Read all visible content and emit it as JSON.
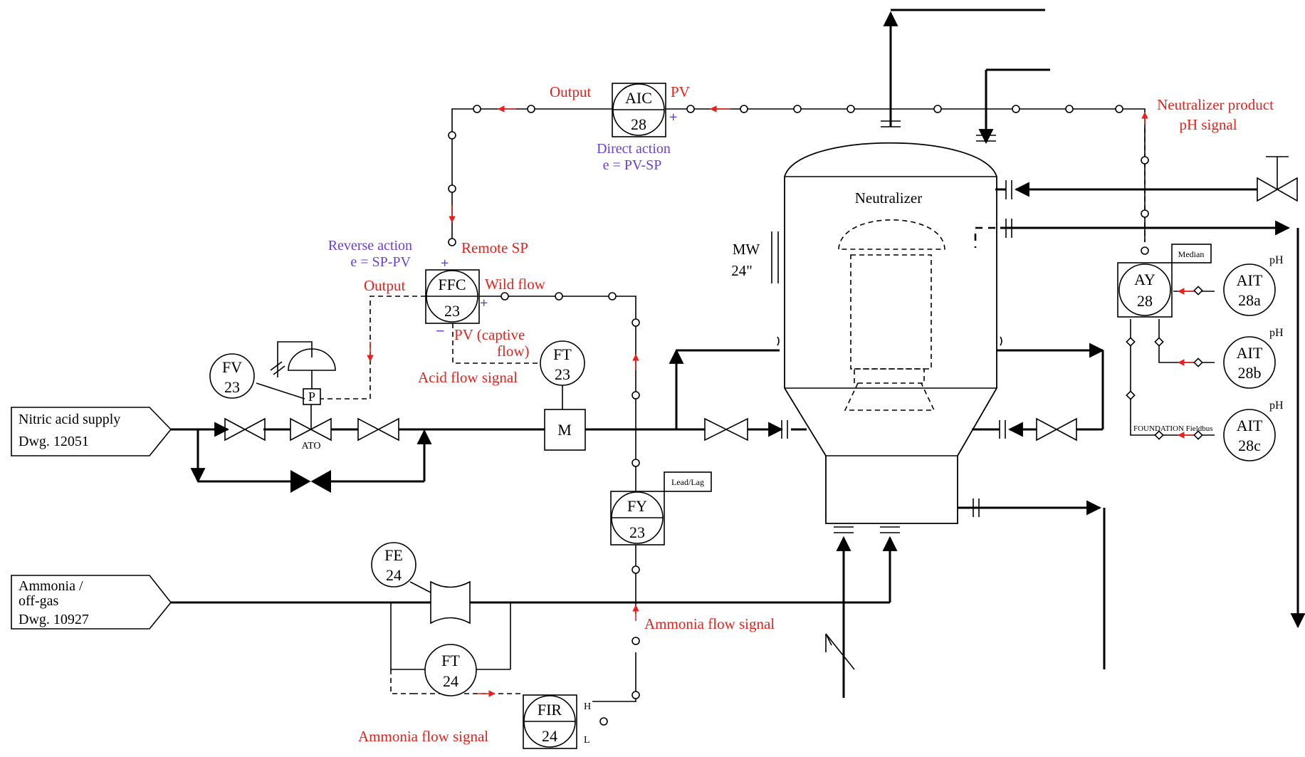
{
  "colors": {
    "signal_label": "#e8201c",
    "action_label": "#6a3fd9",
    "line": "#000000"
  },
  "offpage": {
    "nitric_line1": "Nitric acid supply",
    "nitric_line2": "Dwg. 12051",
    "ammonia_line1": "Ammonia /",
    "ammonia_line2": "off-gas",
    "ammonia_line3": "Dwg. 10927"
  },
  "instruments": {
    "aic": {
      "tag": "AIC",
      "num": "28"
    },
    "ffc": {
      "tag": "FFC",
      "num": "23"
    },
    "fv": {
      "tag": "FV",
      "num": "23"
    },
    "ft23": {
      "tag": "FT",
      "num": "23"
    },
    "fy": {
      "tag": "FY",
      "num": "23"
    },
    "fe": {
      "tag": "FE",
      "num": "24"
    },
    "ft24": {
      "tag": "FT",
      "num": "24"
    },
    "fir": {
      "tag": "FIR",
      "num": "24"
    },
    "ay": {
      "tag": "AY",
      "num": "28"
    },
    "ait_a": {
      "tag": "AIT",
      "num": "28a"
    },
    "ait_b": {
      "tag": "AIT",
      "num": "28b"
    },
    "ait_c": {
      "tag": "AIT",
      "num": "28c"
    }
  },
  "labels": {
    "aic_output": "Output",
    "aic_pv": "PV",
    "direct_action": "Direct action",
    "direct_eq": "e = PV-SP",
    "reverse_action": "Reverse action",
    "reverse_eq": "e = SP-PV",
    "remote_sp": "Remote SP",
    "ffc_output": "Output",
    "wild_flow": "Wild flow",
    "pv_captive1": "PV (captive",
    "pv_captive2": "flow)",
    "acid_flow_signal": "Acid flow signal",
    "ammonia_flow_signal_right": "Ammonia flow signal",
    "ammonia_flow_signal_bottom": "Ammonia flow signal",
    "neutralizer_product1": "Neutralizer product",
    "neutralizer_product2": "pH signal",
    "neutralizer": "Neutralizer",
    "mw1": "MW",
    "mw2": "24\"",
    "ato": "ATO",
    "p_box": "P",
    "m_box": "M",
    "lead_lag": "Lead/Lag",
    "median": "Median",
    "ph_a": "pH",
    "ph_b": "pH",
    "ph_c": "pH",
    "fieldbus": "FOUNDATION Fieldbus",
    "fir_h": "H",
    "fir_l": "L",
    "plus_aic": "+",
    "plus_ffc_top": "+",
    "plus_ffc_right": "+",
    "minus_ffc": "−"
  }
}
